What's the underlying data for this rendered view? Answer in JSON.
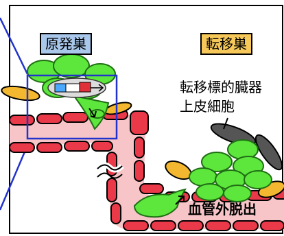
{
  "labels": {
    "primary_tumor": "原発巣",
    "metastatic_tumor": "転移巣",
    "target_organ_line1": "転移標的臓器",
    "target_organ_line2": "上皮細胞",
    "extravasation": "血管外脱出"
  },
  "colors": {
    "primary_label_bg": "#a9c7ea",
    "metastatic_label_bg": "#f6c85a",
    "cancer_cell": "#5de63c",
    "cancer_cell_stroke": "#1f6e14",
    "vessel_wall": "#ea3a4a",
    "vessel_lumen": "#f7c5c8",
    "accent_yellow": "#f4b830",
    "epithelial_cell": "#555555",
    "zoom_frame": "#2233cc"
  }
}
